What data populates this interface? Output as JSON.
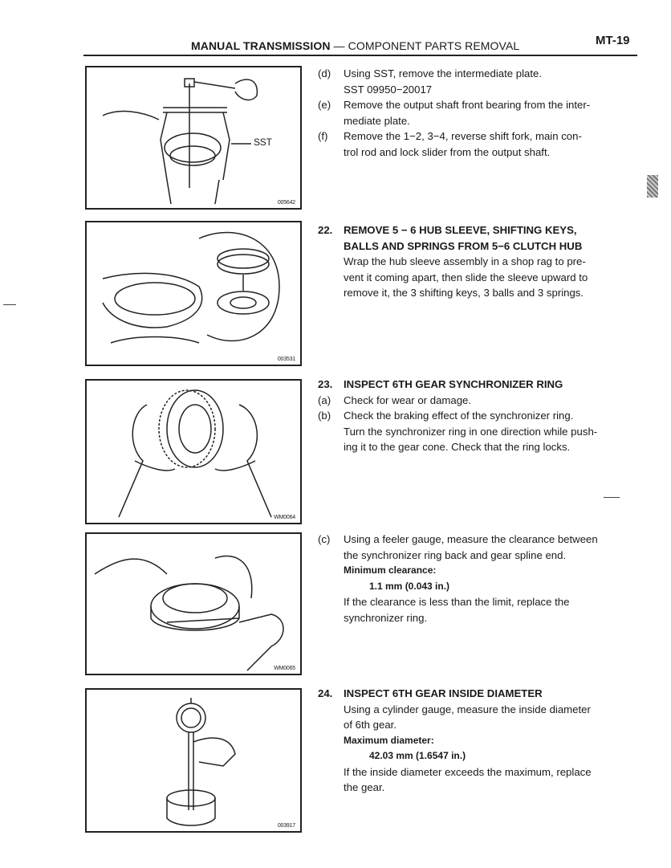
{
  "header": {
    "section": "MANUAL TRANSMISSION",
    "separator": "—",
    "subsection": "COMPONENT PARTS REMOVAL",
    "page": "MT-19"
  },
  "figures": [
    {
      "code": "005642",
      "callout": "SST"
    },
    {
      "code": "003531"
    },
    {
      "code": "WM0064"
    },
    {
      "code": "WM0065"
    },
    {
      "code": "003917"
    }
  ],
  "block1": {
    "d": {
      "label": "(d)",
      "lines": [
        "Using SST, remove the intermediate plate.",
        "SST 09950−20017"
      ]
    },
    "e": {
      "label": "(e)",
      "lines": [
        "Remove the output shaft front bearing from the inter-",
        "mediate plate."
      ]
    },
    "f": {
      "label": "(f)",
      "lines": [
        "Remove the 1−2, 3−4, reverse shift fork, main con-",
        "trol rod and lock slider from the output shaft."
      ]
    }
  },
  "step22": {
    "num": "22.",
    "title": [
      "REMOVE 5 − 6 HUB SLEEVE, SHIFTING KEYS,",
      "BALLS AND SPRINGS FROM 5−6 CLUTCH HUB"
    ],
    "body": [
      "Wrap the hub sleeve assembly in a shop rag to pre-",
      "vent it coming apart, then slide the sleeve upward to",
      "remove it, the 3 shifting keys, 3 balls and 3 springs."
    ]
  },
  "step23": {
    "num": "23.",
    "title": "INSPECT 6TH GEAR SYNCHRONIZER RING",
    "a": {
      "label": "(a)",
      "text": "Check for wear or damage."
    },
    "b": {
      "label": "(b)",
      "lines": [
        "Check the braking effect of the synchronizer ring.",
        "Turn the synchronizer ring in one direction while push-",
        "ing it to the gear cone. Check that the ring locks."
      ]
    },
    "c": {
      "label": "(c)",
      "lines": [
        "Using a feeler gauge, measure the clearance between",
        "the synchronizer ring back and gear spline end."
      ],
      "spec_label": "Minimum clearance:",
      "spec_value": "1.1 mm (0.043 in.)",
      "after": [
        "If the clearance is less than the limit, replace the",
        "synchronizer ring."
      ]
    }
  },
  "step24": {
    "num": "24.",
    "title": "INSPECT 6TH GEAR INSIDE DIAMETER",
    "body": [
      "Using a cylinder gauge, measure the inside diameter",
      "of 6th gear."
    ],
    "spec_label": "Maximum diameter:",
    "spec_value": "42.03 mm (1.6547 in.)",
    "after": [
      "If the inside diameter exceeds the maximum, replace",
      "the gear."
    ]
  }
}
